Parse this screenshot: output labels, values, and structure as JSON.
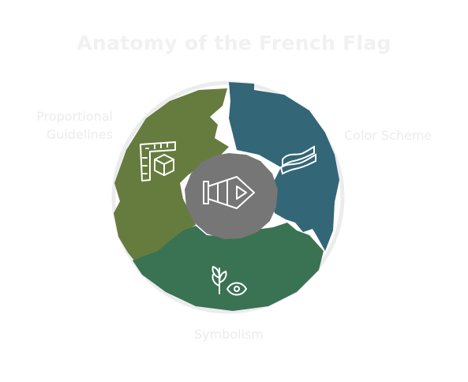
{
  "title": "Anatomy of the French Flag",
  "segments": [
    {
      "label": "Proportional Guidelines",
      "label_lines": [
        "Proportional",
        "Guidelines"
      ],
      "color": "#667c3e",
      "icon": "ruler-cube-icon"
    },
    {
      "label": "Color Scheme",
      "color": "#336677",
      "icon": "waving-flag-icon"
    },
    {
      "label": "Symbolism",
      "color": "#3a7254",
      "icon": "plant-eye-icon"
    }
  ],
  "center": {
    "color": "#767676",
    "icon": "funnel-arrow-icon"
  },
  "colors": {
    "ring_outline": "#ececec",
    "label_text": "#ececec",
    "title_text": "#f1f1f1",
    "icon_stroke": "#ffffff"
  }
}
